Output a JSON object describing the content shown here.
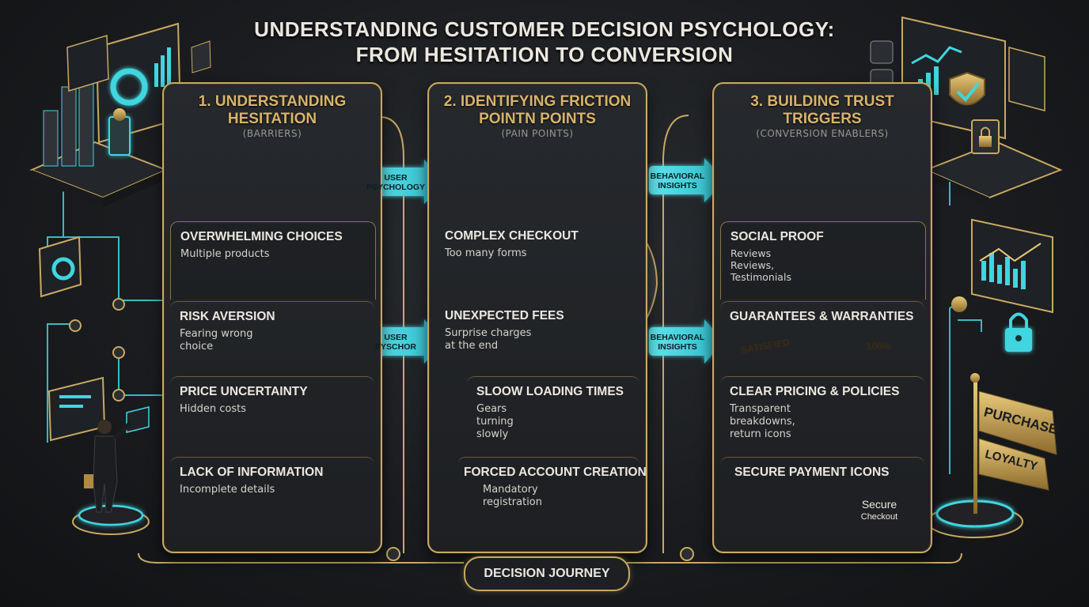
{
  "title": {
    "line1": "UNDERSTANDING CUSTOMER DECISION PSYCHOLOGY:",
    "line2": "FROM HESITATION TO CONVERSION"
  },
  "panels": [
    {
      "heading_line1": "1. UNDERSTANDING",
      "heading_line2": "HESITATION",
      "subtitle": "(BARRIERS)",
      "sections": [
        {
          "title": "OVERWHELMING CHOICES",
          "lines": [
            "Multiple products"
          ]
        },
        {
          "title": "RISK AVERSION",
          "lines": [
            "Fearing wrong",
            "choice"
          ]
        },
        {
          "title": "PRICE UNCERTAINTY",
          "lines": [
            "Hidden costs"
          ]
        },
        {
          "title": "LACK OF INFORMATION",
          "lines": [
            "Incomplete details"
          ]
        }
      ]
    },
    {
      "heading_line1": "2. IDENTIFYING FRICTION",
      "heading_line2": "POINTN POINTS",
      "subtitle": "(PAIN POINTS)",
      "sections": [
        {
          "title": "COMPLEX CHECKOUT",
          "lines": [
            "Too many forms"
          ]
        },
        {
          "title": "UNEXPECTED FEES",
          "lines": [
            "Surprise charges",
            "at the end"
          ]
        },
        {
          "title": "SLOOW LOADING TIMES",
          "lines": [
            "Gears",
            "turning",
            "slowly"
          ]
        },
        {
          "title": "FORCED ACCOUNT CREATION",
          "lines": [
            "Mandatory",
            "registration"
          ]
        }
      ]
    },
    {
      "heading_line1": "3. BUILDING TRUST",
      "heading_line2": "TRIGGERS",
      "subtitle": "(CONVERSION ENABLERS)",
      "sections": [
        {
          "title": "SOCIAL PROOF",
          "lines": [
            "Reviews",
            "Reviews,",
            "Testimonials"
          ]
        },
        {
          "title": "GUARANTEES & WARRANTIES",
          "lines": []
        },
        {
          "title": "CLEAR PRICING & POLICIES",
          "lines": [
            "Transparent",
            "breakdowns,",
            "return icons"
          ]
        },
        {
          "title": "SECURE PAYMENT ICONS",
          "lines": []
        }
      ]
    }
  ],
  "arrows": {
    "a1": [
      "USER",
      "PSYCHOLOGY"
    ],
    "a2": [
      "USER",
      "PYSCHOR"
    ],
    "a3": [
      "BEHAVIORAL",
      "INSIGHTS"
    ],
    "a4": [
      "BEHAVIORAL",
      "INSIGHTS"
    ]
  },
  "badges": {
    "satisfied": "SATISFIED",
    "hundred": "100%",
    "secure_line1": "Secure",
    "secure_line2": "Checkout"
  },
  "flags": {
    "purchase": "PURCHASE",
    "loyalty": "LOYALTY"
  },
  "journey_label": "DECISION JOURNEY",
  "colors": {
    "gold": "#c9a961",
    "cyan": "#3fd6e0",
    "panel": "#1f2124",
    "background": "#1a1c1f"
  }
}
